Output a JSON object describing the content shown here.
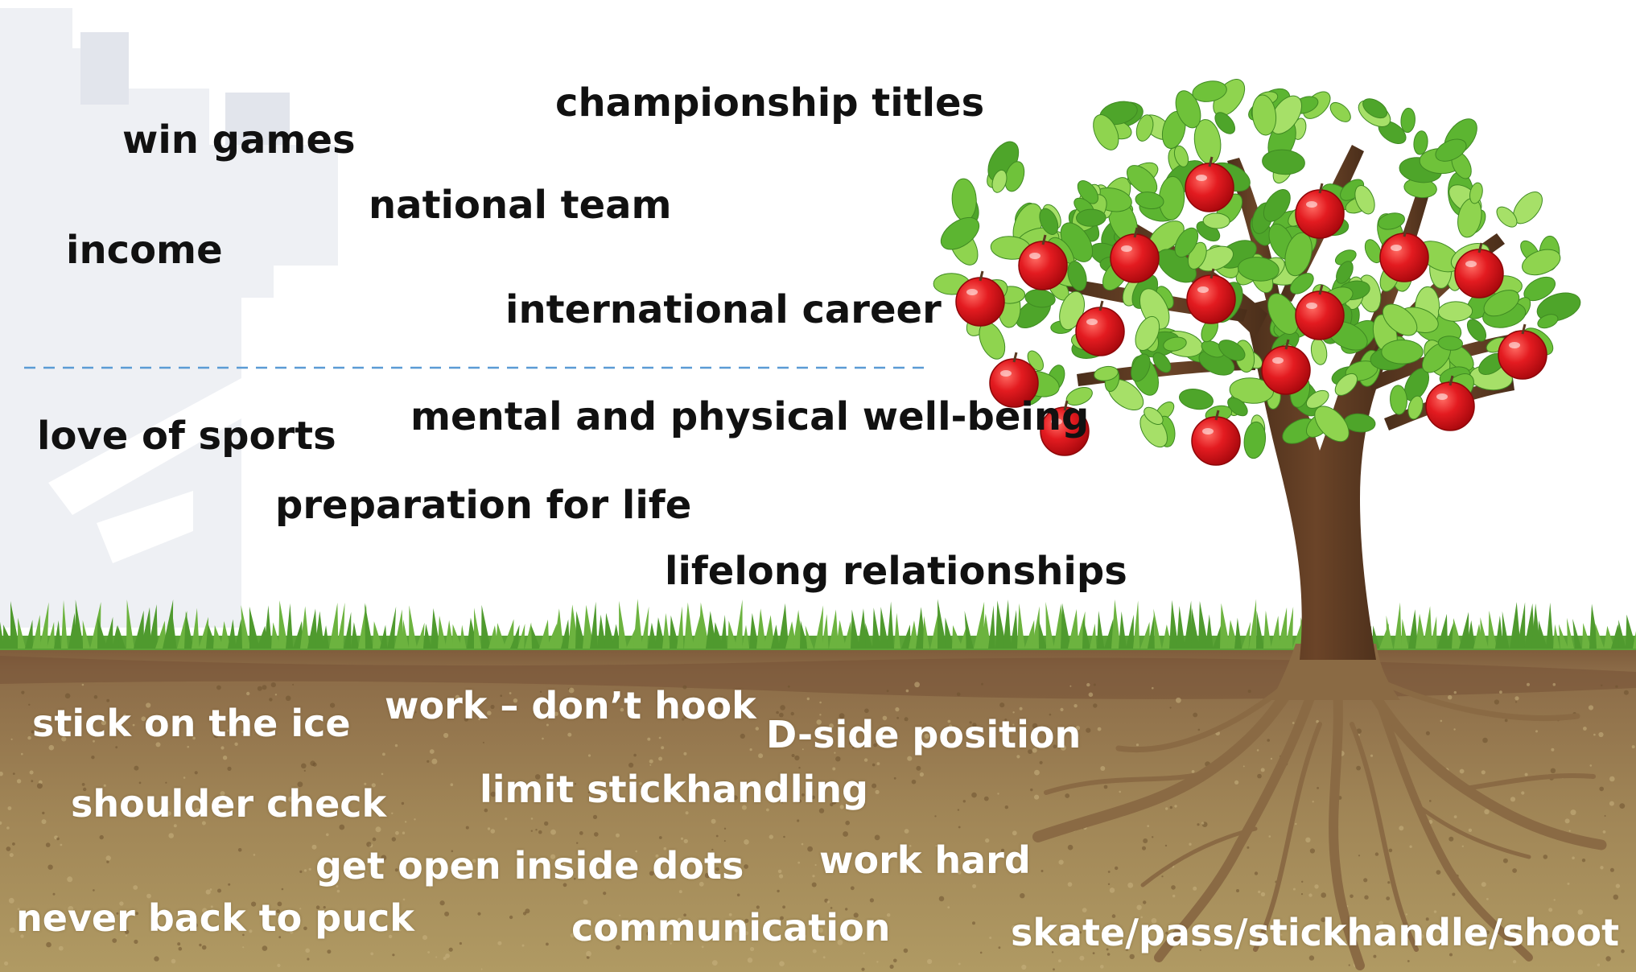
{
  "outcomes": {
    "championship_titles": "championship titles",
    "win_games": "win games",
    "national_team": "national team",
    "income": "income",
    "international_career": "international career"
  },
  "values": {
    "well_being": "mental and physical well-being",
    "love_of_sports": "love of sports",
    "preparation_for_life": "preparation for life",
    "lifelong_relationships": "lifelong relationships"
  },
  "fundamentals": {
    "stick_on_ice": "stick on the ice",
    "work_dont_hook": "work – don’t hook",
    "d_side_position": "D-side position",
    "shoulder_check": "shoulder check",
    "limit_stickhandling": "limit stickhandling",
    "get_open": "get open inside dots",
    "work_hard": "work hard",
    "never_back": "never back to puck",
    "communication": "communication",
    "skills": "skate/pass/stickhandle/shoot"
  },
  "colors": {
    "top_text": "#111111",
    "root_text": "#ffffff",
    "soil": "#8f7a47",
    "grass": "#6cb33f",
    "apple": "#e0141b",
    "leaf": "#6fc23a",
    "trunk": "#5a3a22",
    "divider": "#5b9bd5"
  }
}
